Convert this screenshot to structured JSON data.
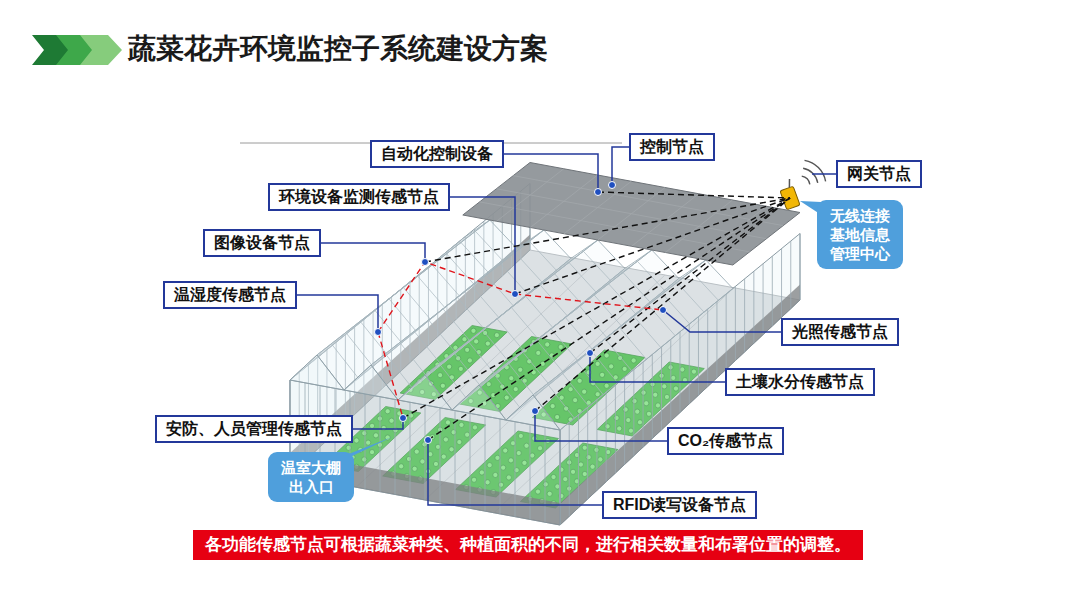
{
  "diagram": {
    "title": "蔬菜花卉环境监控子系统建设方案",
    "nodes": [
      {
        "text": [
          "自动化控制设备"
        ]
      },
      {
        "text": [
          "控制节点"
        ]
      },
      {
        "text": [
          "网关节点"
        ]
      },
      {
        "text": [
          "环境设备监测传感节点"
        ]
      },
      {
        "text": [
          "无线连接基地信息管理中心"
        ]
      },
      {
        "text": [
          "图像设备节点"
        ]
      },
      {
        "text": [
          "温湿度传感节点"
        ]
      },
      {
        "text": [
          "光照传感节点"
        ]
      },
      {
        "text": [
          "土壤水分传感节点"
        ]
      },
      {
        "text": [
          "安防、人员管理传感节点"
        ]
      },
      {
        "text": [
          "CO₂传感节点"
        ]
      },
      {
        "text": [
          "温室大棚出入口"
        ]
      },
      {
        "text": [
          "RFID读写设备节点"
        ]
      },
      {
        "text": [
          "各功能传感节点可根据蔬菜种类、种植面积的不同，进行相关数量和布署位置的调整。"
        ]
      }
    ]
  }
}
